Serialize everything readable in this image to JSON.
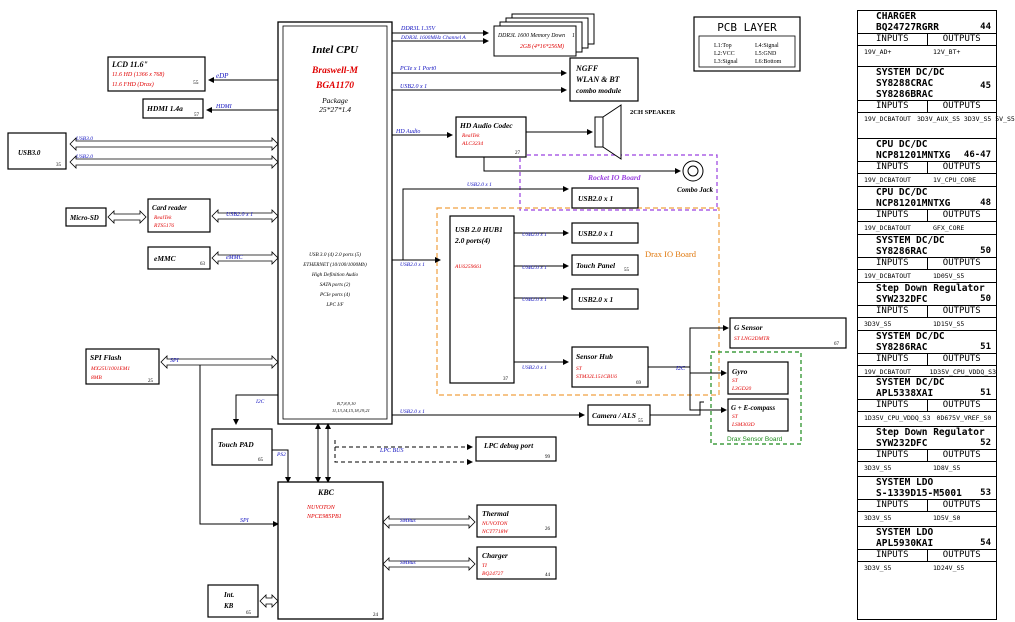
{
  "cpu": {
    "title": "Intel CPU",
    "model": "Braswell-M",
    "part": "BGA1170",
    "pkg_label": "Package",
    "pkg_size": "25*27*1.4",
    "features": [
      "USB 3.0 (4) 2.0 ports (5)",
      "ETHERNET (10/100/1000Mb)",
      "High Definition Audio",
      "SATA ports (2)",
      "PCIe ports (4)",
      "LPC I/F"
    ],
    "pins": "B,7,8,9,10",
    "pins2": "11,13,14,15,18,19,21"
  },
  "memory": {
    "bus1": "DDR3L 1.35V",
    "bus2": "DDR3L 1600MHz Channel A",
    "name": "DDR3L 1600 Memory Down",
    "count": "1",
    "size": "2GB (4*16*256M)"
  },
  "ngff": {
    "bus1": "PCIe x 1 Port0",
    "bus2": "USB2.0 x 1",
    "line1": "NGFF",
    "line2": "WLAN & BT",
    "line3": "combo module"
  },
  "lcd": {
    "title": "LCD 11.6\"",
    "hd": "11.6 HD (1366 x 768)",
    "fhd": "11.6 FHD (Drax)",
    "page": "55",
    "bus": "eDP"
  },
  "hdmi": {
    "title": "HDMI 1.4a",
    "page": "57",
    "bus": "HDMI"
  },
  "usb3": {
    "title": "USB3.0",
    "page": "35",
    "bus1": "USB3.0",
    "bus2": "USB2.0"
  },
  "audio": {
    "bus": "HD Audio",
    "title": "HD Audio Codec",
    "vendor": "RealTek",
    "part": "ALC3234",
    "page": "27",
    "speaker": "2CH SPEAKER",
    "jack": "Combo Jack"
  },
  "rocket": {
    "label": "Rocket IO Board",
    "usb": "USB2.0 x 1",
    "conn": "USB2.0 x 1"
  },
  "card": {
    "title": "Card reader",
    "vendor": "RealTek",
    "part": "RTS5176",
    "bus": "USB2.0 x 1",
    "microsd": "Micro-SD"
  },
  "emmc": {
    "title": "eMMC",
    "page": "63",
    "bus": "eMMC"
  },
  "hub": {
    "bus": "USB2.0 x 1",
    "title": "USB 2.0 HUB1",
    "ports": "2.0 ports(4)",
    "part": "AU6259661",
    "page": "37",
    "out1": "USB2.0 x 1",
    "out2": "USB2.0 x 1",
    "out3": "USB2.0 x 1",
    "out4": "USB2.0 x 1"
  },
  "drax": {
    "label": "Drax IO Board",
    "usb1": "USB2.0 x 1",
    "touch": "Touch Panel",
    "touch_page": "55",
    "usb2": "USB2.0 x 1"
  },
  "sensorhub": {
    "title": "Sensor Hub",
    "vendor": "ST",
    "part": "STM32L151CBU6",
    "page": "69",
    "i2c": "I2C"
  },
  "gsensor": {
    "title": "G Sensor",
    "part": "ST LNG2DMTR",
    "page": "67"
  },
  "gyro": {
    "title": "Gyro",
    "vendor": "ST",
    "part": "L3GD20"
  },
  "ecompass": {
    "title": "G + E-compass",
    "vendor": "ST",
    "part": "LSM303D"
  },
  "draxsensor": {
    "label": "Drax Sensor Board"
  },
  "camera": {
    "bus": "USB2.0 x 1",
    "title": "Camera / ALS",
    "page": "55"
  },
  "spi": {
    "title": "SPI Flash",
    "part": "MX25U1001EM1",
    "size": "8MB",
    "page": "25",
    "bus": "SPI",
    "bus2": "SPI"
  },
  "touchpad": {
    "title": "Touch PAD",
    "page": "65",
    "bus": "PS2",
    "i2c": "I2C"
  },
  "lpc": {
    "bus": "LPC BUS",
    "title": "LPC debug port",
    "page": "99"
  },
  "kbc": {
    "title": "KBC",
    "vendor": "NUVOTON",
    "part": "NPCE985PB1",
    "page": "24"
  },
  "thermal": {
    "bus": "SMBus",
    "title": "Thermal",
    "vendor": "NUVOTON",
    "part": "NCT7718W",
    "page": "26"
  },
  "charger_blk": {
    "bus": "SMBus",
    "title": "Charger",
    "vendor": "TI",
    "part": "BQ24727",
    "page": "44"
  },
  "intkb": {
    "line1": "Int.",
    "line2": "KB",
    "page": "65"
  },
  "pcb": {
    "title": "PCB LAYER",
    "l1": "L1:Top",
    "l4": "L4:Signal",
    "l2": "L2:VCC",
    "l5": "L5:GND",
    "l3": "L3:Signal",
    "l6": "L6:Bottom"
  },
  "power": [
    {
      "t1": "CHARGER",
      "t2": "BQ24727RGRR",
      "page": "44",
      "in": "19V_AD+",
      "out": "12V_BT+"
    },
    {
      "t1": "SYSTEM DC/DC",
      "t2": "SY8288CRAC",
      "t3": "SY8286BRAC",
      "page": "45",
      "in": "19V_DCBATOUT",
      "out": "3D3V_AUX_S5 3D3V_S5 5V_S5"
    },
    {
      "t1": "CPU DC/DC",
      "t2": "NCP81201MNTXG",
      "page": "46-47",
      "in": "19V_DCBATOUT",
      "out": "1V_CPU_CORE"
    },
    {
      "t1": "CPU DC/DC",
      "t2": "NCP81201MNTXG",
      "page": "48",
      "in": "19V_DCBATOUT",
      "out": "GFX_CORE"
    },
    {
      "t1": "SYSTEM DC/DC",
      "t2": "SY8286RAC",
      "page": "50",
      "in": "19V_DCBATOUT",
      "out": "1D05V_S5"
    },
    {
      "t1": "Step Down Regulator",
      "t2": "SYW232DFC",
      "page": "50",
      "in": "3D3V_S5",
      "out": "1D15V_S5"
    },
    {
      "t1": "SYSTEM DC/DC",
      "t2": "SY8286RAC",
      "page": "51",
      "in": "19V_DCBATOUT",
      "out": "1D35V_CPU_VDDQ_S3"
    },
    {
      "t1": "SYSTEM DC/DC",
      "t2": "APL5338XAI",
      "page": "51",
      "in": "1D35V_CPU_VDDQ_S3",
      "out": "0D675V_VREF_S0"
    },
    {
      "t1": "Step Down Regulator",
      "t2": "SYW232DFC",
      "page": "52",
      "in": "3D3V_S5",
      "out": "1D8V_S5"
    },
    {
      "t1": "SYSTEM LDO",
      "t2": "S-1339D15-M5001",
      "page": "53",
      "in": "3D3V_S5",
      "out": "1D5V_S0"
    },
    {
      "t1": "SYSTEM LDO",
      "t2": "APL5930KAI",
      "page": "54",
      "in": "3D3V_S5",
      "out": "1D24V_S5"
    }
  ],
  "power_hdr": {
    "in": "INPUTS",
    "out": "OUTPUTS"
  },
  "colors": {
    "red": "#e00000",
    "blue": "#1010c0",
    "purple": "#9a40e0",
    "orange": "#f0a040",
    "green": "#1a8a1a"
  }
}
